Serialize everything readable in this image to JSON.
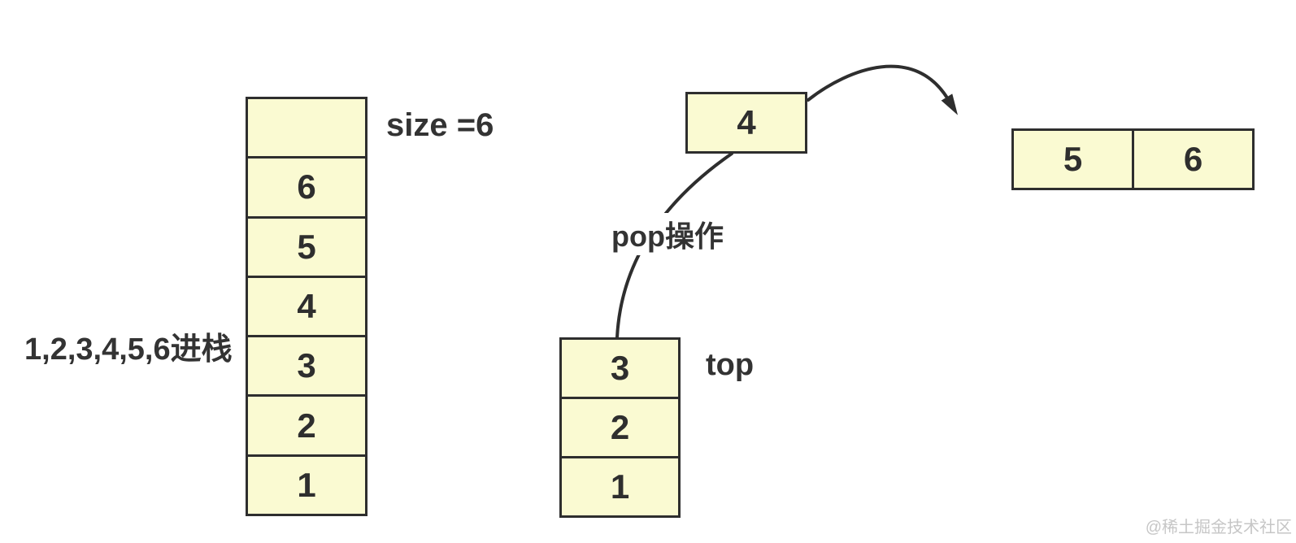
{
  "diagram": {
    "push_label": "1,2,3,4,5,6进栈",
    "size_label": "size =6",
    "full_stack": {
      "cells": [
        "",
        "6",
        "5",
        "4",
        "3",
        "2",
        "1"
      ]
    },
    "popped_box": {
      "value": "4"
    },
    "pop_label": "pop操作",
    "after_pop_stack": {
      "cells": [
        "3",
        "2",
        "1"
      ]
    },
    "top_label": "top",
    "output_row": {
      "cells": [
        "5",
        "6"
      ]
    },
    "watermark": "@稀土掘金技术社区",
    "colors": {
      "background": "#ffffff",
      "cell_fill": "#fafad2",
      "line": "#2e2e2e",
      "watermark": "#c6c6c6"
    }
  }
}
